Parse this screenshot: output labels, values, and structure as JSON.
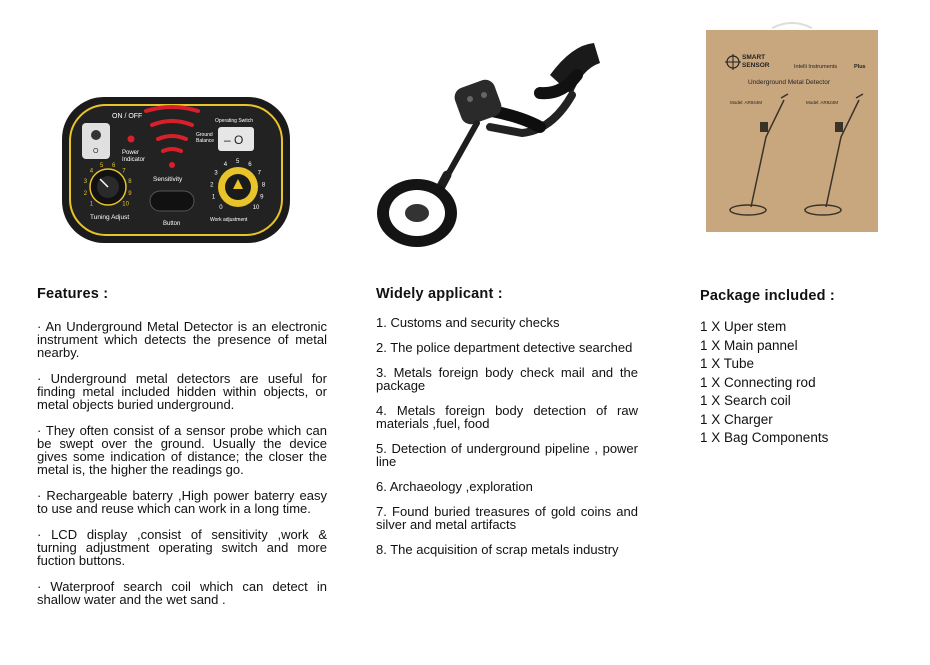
{
  "control_panel": {
    "on_off": "ON / OFF",
    "power_indicator_line1": "Power",
    "power_indicator_line2": "Indicator",
    "operating_switch": "Operating Switch",
    "ground_balance_line1": "Ground",
    "ground_balance_line2": "Balance",
    "sensitivity": "Sensitivity",
    "tuning_adjust": "Tuning Adjust",
    "button": "Button",
    "work_adjustment": "Work adjustment",
    "dial_left": [
      "1",
      "2",
      "3",
      "4",
      "5",
      "6",
      "7",
      "8",
      "9",
      "10"
    ],
    "dial_right": [
      "0",
      "1",
      "2",
      "3",
      "4",
      "5",
      "6",
      "7",
      "8",
      "9",
      "10"
    ]
  },
  "box": {
    "brand_line1": "SMART",
    "brand_line2": "SENSOR",
    "series": "Intelli Instruments",
    "series_tag": "Plus",
    "product": "Underground Metal Detector",
    "model_a": "Model: AR944M",
    "model_b": "Model: AR924M"
  },
  "features": {
    "heading": "Features  :",
    "items": [
      "· An Underground Metal Detector is an electronic instrument which detects the presence of metal nearby.",
      "· Underground metal detectors are useful for finding metal included hidden within objects, or metal objects buried underground.",
      "· They often consist of a sensor probe which can be swept over the ground. Usually the device gives some indication of distance; the closer the metal is, the higher the readings go.",
      "· Rechargeable baterry ,High power baterry easy to use and reuse which can work in a long time.",
      "· LCD display ,consist of sensitivity ,work & turning adjustment operating switch and more fuction buttons.",
      "· Waterproof search coil which can detect in shallow water and the wet sand ."
    ]
  },
  "applications": {
    "heading": "Widely applicant :",
    "items": [
      "1. Customs and security checks",
      "2. The police department detective searched",
      "3. Metals foreign body check mail and the package",
      "4. Metals foreign body detection of raw materials ,fuel, food",
      "5. Detection of underground pipeline , power line",
      "6. Archaeology ,exploration",
      "7. Found buried treasures of gold coins and silver and metal artifacts",
      "8. The acquisition of scrap metals industry"
    ]
  },
  "package": {
    "heading": "Package included :",
    "items": [
      "1 X Uper stem",
      "1 X Main pannel",
      "1 X Tube",
      "1 X Connecting rod",
      "1 X Search coil",
      "1 X Charger",
      "1 X Bag Components"
    ]
  }
}
